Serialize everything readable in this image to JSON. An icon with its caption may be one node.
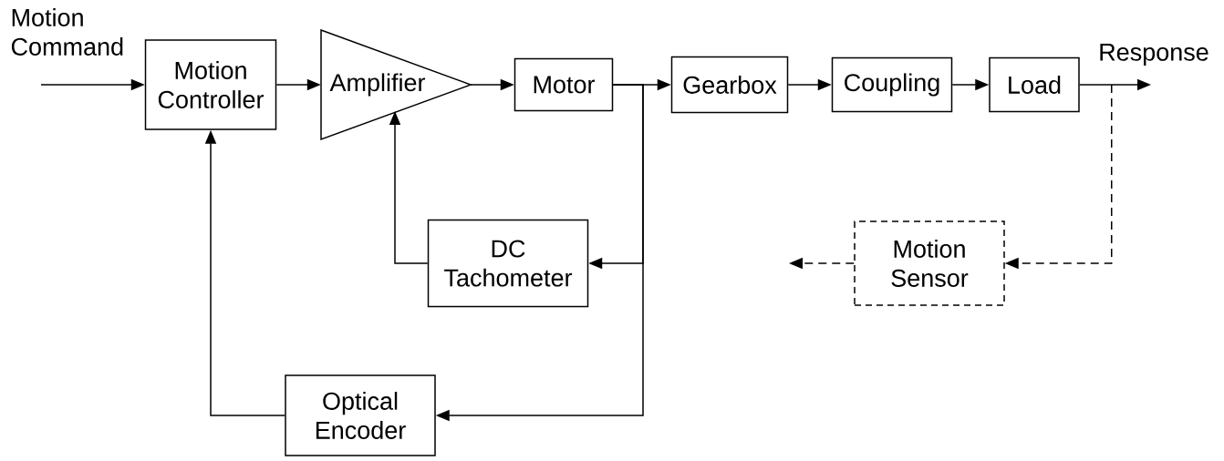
{
  "diagram": {
    "nodes": [
      {
        "text": [
          "Motion Controller"
        ]
      },
      {
        "text": [
          "Amplifier"
        ]
      },
      {
        "text": [
          "Motor"
        ]
      },
      {
        "text": [
          "Gearbox"
        ]
      },
      {
        "text": [
          "Coupling"
        ]
      },
      {
        "text": [
          "Load"
        ]
      },
      {
        "text": [
          "DC Tachometer"
        ]
      },
      {
        "text": [
          "Optical Encoder"
        ]
      },
      {
        "text": [
          "Motion Sensor"
        ]
      }
    ],
    "edges": [
      {
        "from": null,
        "to": 0,
        "arrow": "to",
        "label": "Motion Command"
      },
      {
        "from": 0,
        "to": 1,
        "arrow": "to"
      },
      {
        "from": 1,
        "to": 2,
        "arrow": "to"
      },
      {
        "from": 2,
        "to": 3,
        "arrow": "to"
      },
      {
        "from": 3,
        "to": 4,
        "arrow": "to"
      },
      {
        "from": 4,
        "to": 5,
        "arrow": "to"
      },
      {
        "from": 5,
        "to": null,
        "arrow": "to",
        "label": "Response"
      },
      {
        "from": 2,
        "to": 6,
        "arrow": "to"
      },
      {
        "from": 2,
        "to": 7,
        "arrow": "to"
      },
      {
        "from": 6,
        "to": 1,
        "arrow": "to"
      },
      {
        "from": 7,
        "to": 0,
        "arrow": "to"
      },
      {
        "from": 5,
        "to": 8,
        "arrow": "to",
        "style": "dashed"
      },
      {
        "from": 8,
        "to": null,
        "arrow": "to",
        "style": "dashed"
      }
    ]
  }
}
